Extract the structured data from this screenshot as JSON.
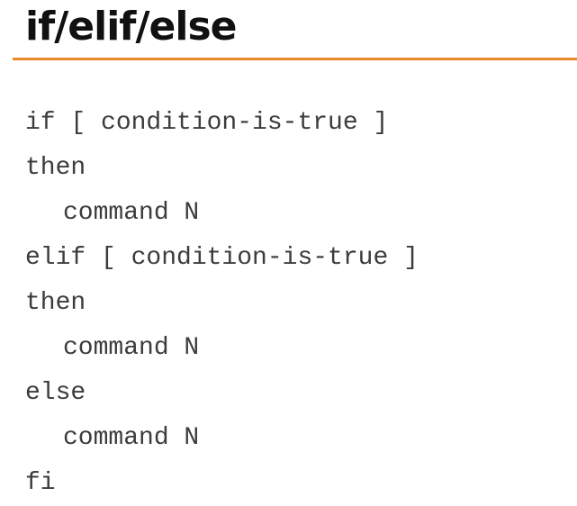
{
  "slide": {
    "title": "if/elif/else",
    "accent_color": "#e8892c"
  },
  "code": {
    "lines": [
      "if [ condition-is-true ]",
      "then",
      "command N",
      "elif [ condition-is-true ]",
      "then",
      "command N",
      "else",
      "command N",
      "fi"
    ]
  }
}
